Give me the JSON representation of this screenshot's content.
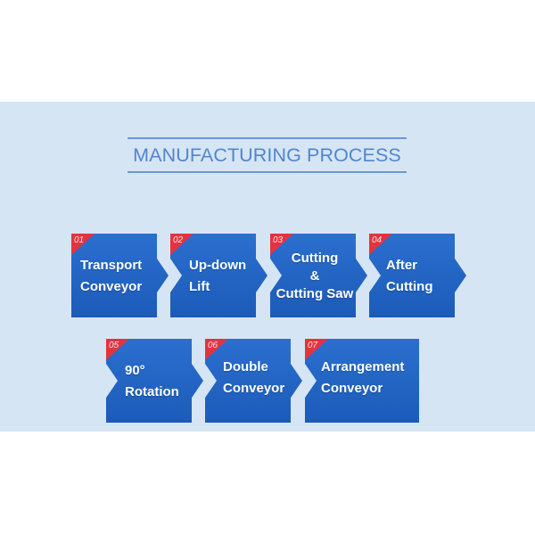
{
  "title": "MANUFACTURING PROCESS",
  "colors": {
    "panel_bg": "#d6e5f4",
    "title": "#4f86d0",
    "box_top": "#2b6fcf",
    "box_bottom": "#1c5bb8",
    "corner_tag": "#e2343f"
  },
  "steps": [
    {
      "number": "01",
      "lines": [
        "Transport",
        "Conveyor"
      ],
      "arrow_in": false,
      "arrow_out": true
    },
    {
      "number": "02",
      "lines": [
        "Up-down",
        "Lift"
      ],
      "arrow_in": true,
      "arrow_out": true
    },
    {
      "number": "03",
      "lines": [
        "Cutting",
        "&",
        "Cutting Saw"
      ],
      "arrow_in": true,
      "arrow_out": true
    },
    {
      "number": "04",
      "lines": [
        "After",
        "Cutting"
      ],
      "arrow_in": true,
      "arrow_out": true
    },
    {
      "number": "05",
      "lines": [
        "90°",
        "Rotation"
      ],
      "arrow_in": true,
      "arrow_out": true
    },
    {
      "number": "06",
      "lines": [
        "Double",
        "Conveyor"
      ],
      "arrow_in": true,
      "arrow_out": true
    },
    {
      "number": "07",
      "lines": [
        "Arrangement",
        "Conveyor"
      ],
      "arrow_in": true,
      "arrow_out": false
    }
  ]
}
